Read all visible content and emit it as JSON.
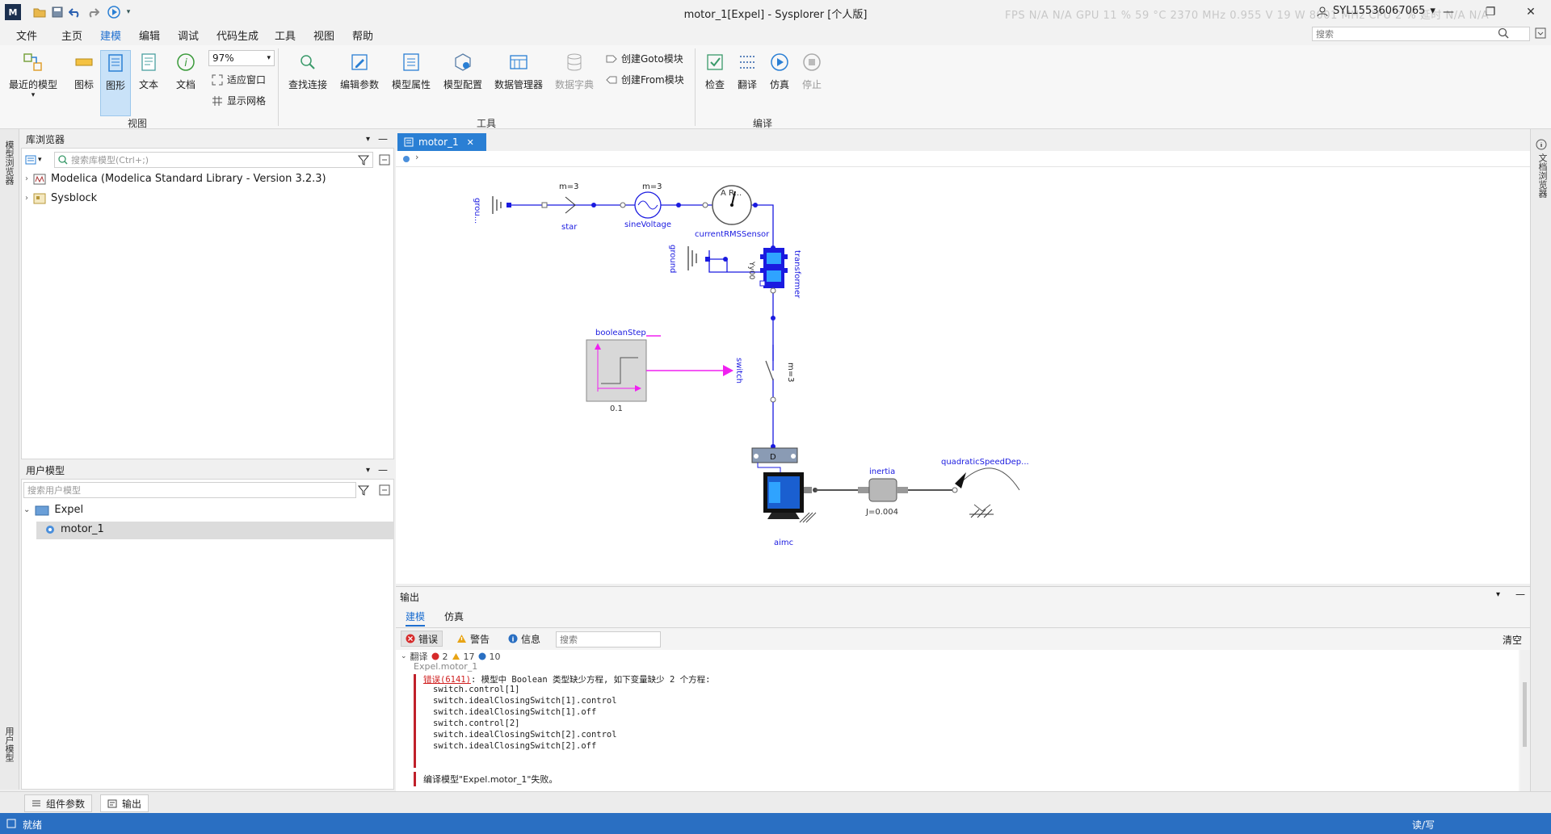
{
  "window": {
    "title": "motor_1[Expel] - Sysplorer [个人版]",
    "perf": "FPS  N/A  N/A     GPU  11 %  59 °C  2370 MHz  0.955 V  19 W  8001 MHz     CPU  2 %     延时  N/A  N/A",
    "user": "SYL15536067065",
    "search_placeholder": "搜索"
  },
  "menu": {
    "items": [
      "文件",
      "主页",
      "建模",
      "编辑",
      "调试",
      "代码生成",
      "工具",
      "视图",
      "帮助"
    ]
  },
  "ribbon": {
    "recent_models": "最近的模型",
    "icon": "图标",
    "diagram": "图形",
    "text": "文本",
    "doc": "文档",
    "zoom": "97%",
    "fit_window": "适应窗口",
    "show_grid": "显示网格",
    "group_view": "视图",
    "find_connect": "查找连接",
    "edit_params": "编辑参数",
    "model_props": "模型属性",
    "model_config": "模型配置",
    "data_manager": "数据管理器",
    "data_dict": "数据字典",
    "create_goto": "创建Goto模块",
    "create_from": "创建From模块",
    "group_tools": "工具",
    "check": "检查",
    "translate": "翻译",
    "simulate": "仿真",
    "stop": "停止",
    "group_compile": "编译"
  },
  "left": {
    "strip_top": "模型浏览器",
    "strip_bottom": "用户模型",
    "lib_title": "库浏览器",
    "lib_search": "搜索库模型(Ctrl+;)",
    "lib_items": [
      "Modelica (Modelica Standard Library - Version 3.2.3)",
      "Sysblock"
    ],
    "user_title": "用户模型",
    "user_search": "搜索用户模型",
    "user_root": "Expel",
    "user_child": "motor_1"
  },
  "editor": {
    "tab": "motor_1",
    "right_strip": "文档浏览器"
  },
  "diagram": {
    "ground_top": "grou...",
    "star_m": "m=3",
    "star": "star",
    "sine_m": "m=3",
    "sine": "sineVoltage",
    "rms_symbol": "A R...",
    "rms": "currentRMSSensor",
    "ground": "ground",
    "transformer": "transformer",
    "yy": "Yy00",
    "boolean_step": "booleanStep",
    "step_time": "0.1",
    "switch": "switch",
    "switch_m": "m=3",
    "delta": "D",
    "aimc": "aimc",
    "inertia": "inertia",
    "inertia_j": "J=0.004",
    "quadratic": "quadraticSpeedDep..."
  },
  "output": {
    "title": "输出",
    "tabs": [
      "建模",
      "仿真"
    ],
    "filter_error": "错误",
    "filter_warning": "警告",
    "filter_info": "信息",
    "search_placeholder": "搜索",
    "clear": "清空",
    "summary_label": "翻译",
    "summary_errors": "2",
    "summary_warnings": "17",
    "summary_infos": "10",
    "model_path": "Expel.motor_1",
    "error_code": "错误(6141)",
    "error_text": ": 模型中 Boolean 类型缺少方程, 如下变量缺少 2 个方程:",
    "vars": [
      "switch.control[1]",
      "switch.idealClosingSwitch[1].control",
      "switch.idealClosingSwitch[1].off",
      "switch.control[2]",
      "switch.idealClosingSwitch[2].control",
      "switch.idealClosingSwitch[2].off"
    ],
    "fail_text": "编译模型\"Expel.motor_1\"失败。"
  },
  "dock": {
    "comp_params": "组件参数",
    "output": "输出"
  },
  "status": {
    "left": "就绪",
    "right": "读/写"
  }
}
